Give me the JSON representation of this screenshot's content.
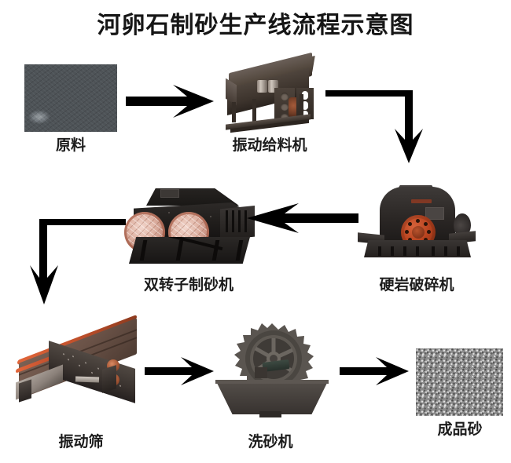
{
  "diagram": {
    "title": "河卵石制砂生产线流程示意图",
    "background_color": "#ffffff",
    "text_color": "#1a1a1a",
    "accent_color": "#c0502b",
    "nodes": [
      {
        "id": "raw-material",
        "label": "原料",
        "kind": "photo",
        "row": 1,
        "order": 1
      },
      {
        "id": "vibrating-feeder",
        "label": "振动给料机",
        "kind": "machine",
        "row": 1,
        "order": 2
      },
      {
        "id": "hard-rock-crusher",
        "label": "硬岩破碎机",
        "kind": "machine",
        "row": 2,
        "order": 2
      },
      {
        "id": "dual-rotor-sand-maker",
        "label": "双转子制砂机",
        "kind": "machine",
        "row": 2,
        "order": 1
      },
      {
        "id": "vibrating-screen",
        "label": "振动筛",
        "kind": "machine",
        "row": 3,
        "order": 1
      },
      {
        "id": "sand-washer",
        "label": "洗砂机",
        "kind": "machine",
        "row": 3,
        "order": 2
      },
      {
        "id": "finished-sand",
        "label": "成品砂",
        "kind": "photo",
        "row": 3,
        "order": 3
      }
    ],
    "flow": [
      {
        "from": "raw-material",
        "to": "vibrating-feeder",
        "direction": "right"
      },
      {
        "from": "vibrating-feeder",
        "to": "hard-rock-crusher",
        "direction": "right-then-down"
      },
      {
        "from": "hard-rock-crusher",
        "to": "dual-rotor-sand-maker",
        "direction": "left"
      },
      {
        "from": "dual-rotor-sand-maker",
        "to": "vibrating-screen",
        "direction": "left-then-down"
      },
      {
        "from": "vibrating-screen",
        "to": "sand-washer",
        "direction": "right"
      },
      {
        "from": "sand-washer",
        "to": "finished-sand",
        "direction": "right"
      }
    ],
    "arrows": [
      {
        "name": "arrow-rawmaterial-to-feeder",
        "icon": "arrow-right-icon"
      },
      {
        "name": "arrow-feeder-to-crusher",
        "icon": "arrow-elbow-down-icon"
      },
      {
        "name": "arrow-crusher-to-sandmaker",
        "icon": "arrow-left-icon"
      },
      {
        "name": "arrow-sandmaker-to-screen",
        "icon": "arrow-elbow-down-left-icon"
      },
      {
        "name": "arrow-screen-to-washer",
        "icon": "arrow-right-icon"
      },
      {
        "name": "arrow-washer-to-sand",
        "icon": "arrow-right-icon"
      }
    ]
  }
}
